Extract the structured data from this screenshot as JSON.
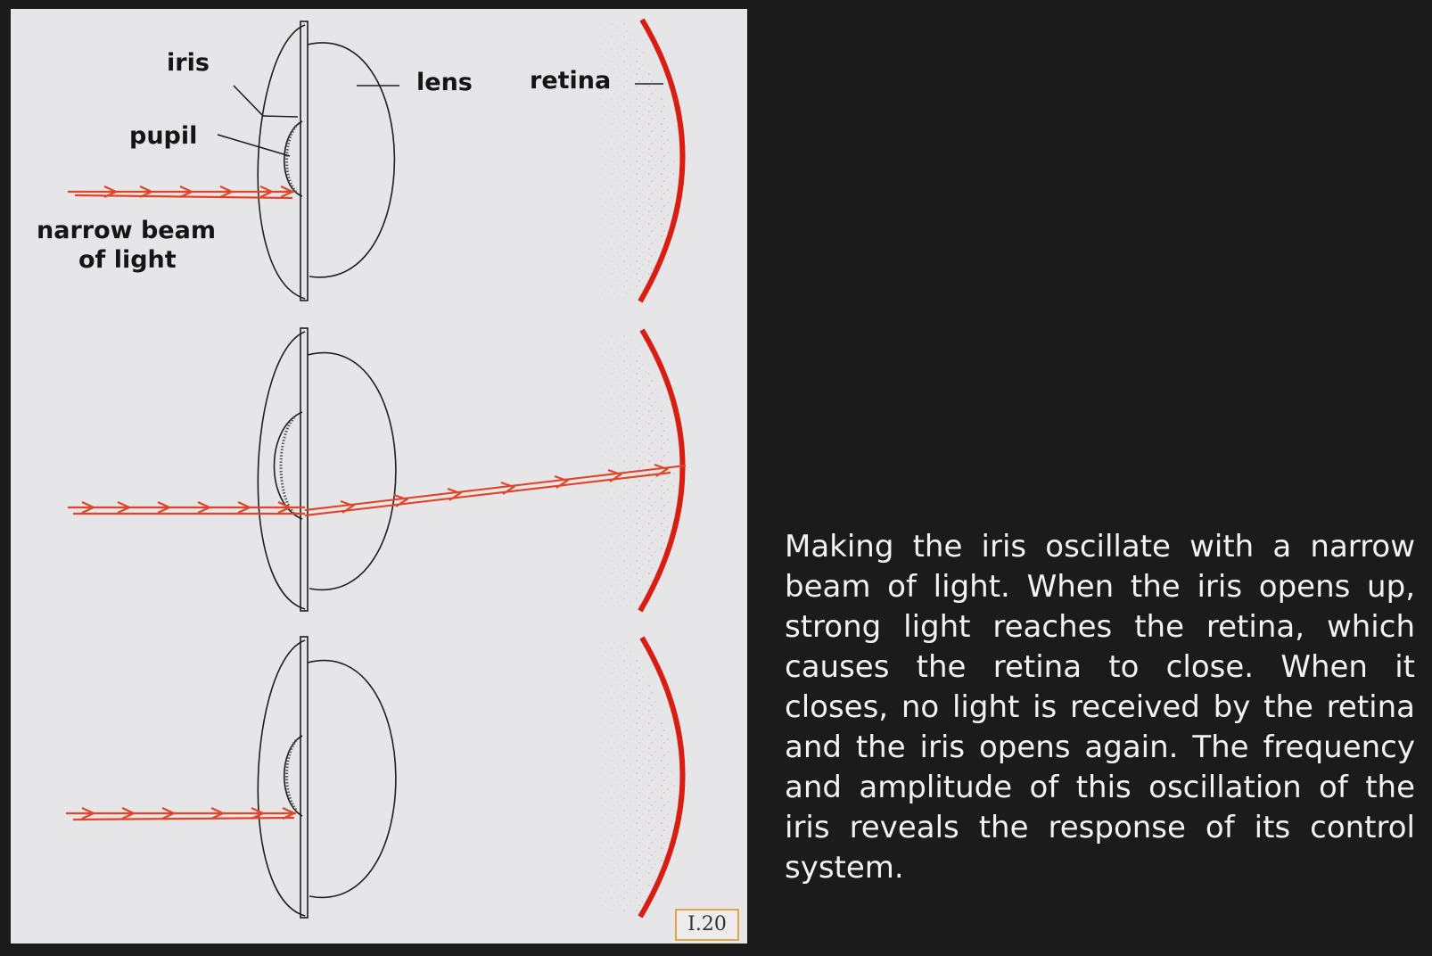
{
  "figure": {
    "labels": {
      "iris": "iris",
      "lens": "lens",
      "retina": "retina",
      "pupil": "pupil",
      "beam": "narrow beam",
      "beam_line2": "of light"
    },
    "figure_number": "I.20",
    "colors": {
      "retina": "#d81e12",
      "light_beam": "#e0452a",
      "outline": "#1f1f1f",
      "figure_background": "#e6e6e8"
    }
  },
  "caption": "Making the iris oscillate with a narrow beam of light. When the iris opens up, strong light reaches the retina, which causes the retina to close. When it closes, no light is received by the retina and the iris opens again. The frequency and amplitude of this oscillation of the iris reveals the response of its control system."
}
